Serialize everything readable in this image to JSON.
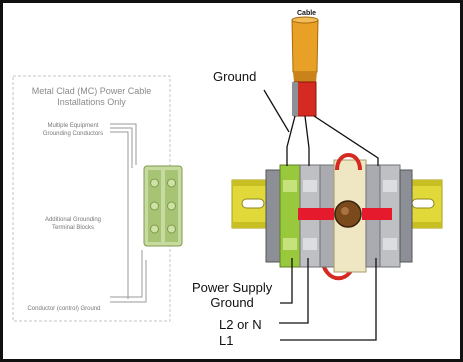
{
  "diagram": {
    "cable_label": "Cable",
    "ground_label": "Ground",
    "power_supply_ground_label": "Power Supply\nGround",
    "l2_label": "L2 or N",
    "l1_label": "L1"
  },
  "mc_panel": {
    "title": "Metal Clad (MC) Power Cable\nInstallations Only",
    "multiple_grounding_label": "Multiple Equipment\nGrounding Conductors",
    "additional_blocks_label": "Additional Grounding\nTerminal Blocks",
    "conductor_ground_label": "Conductor (control) Ground"
  },
  "colors": {
    "cable_jacket": "#e8a126",
    "conductor_red": "#d42a22",
    "din_rail": "#e1d83a",
    "ground_block": "#9ac83c",
    "terminal_gray": "#bfc0c4",
    "jumper_red": "#e51a2c"
  }
}
